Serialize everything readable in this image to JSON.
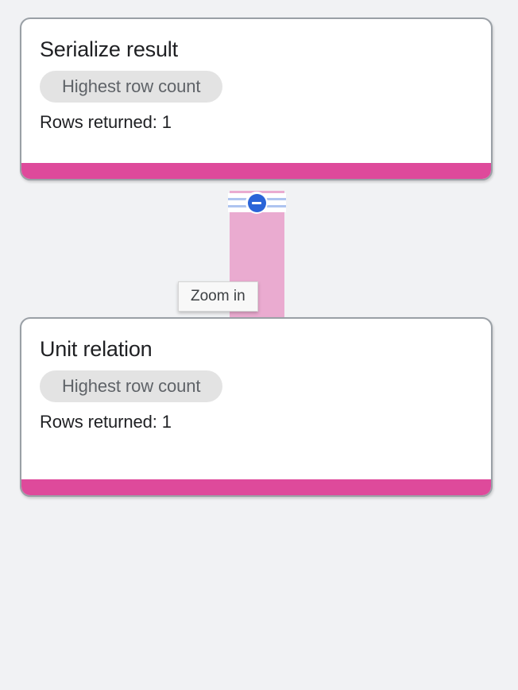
{
  "canvas": {
    "background_color": "#f1f2f4",
    "accent_color": "#de4a9b",
    "connector_color": "#eaabd0",
    "control_color": "#2a64d8"
  },
  "connector": {
    "name": "edge-serialize-result-to-unit-relation",
    "collapse_icon": "minus-circle-icon",
    "stripe_color": "#aec4f0"
  },
  "tooltip": {
    "label": "Zoom in",
    "visible": true
  },
  "nodes": [
    {
      "title": "Serialize result",
      "chip": "Highest row count",
      "meta": "Rows returned: 1",
      "accent_color": "#de4a9b"
    },
    {
      "title": "Unit relation",
      "chip": "Highest row count",
      "meta": "Rows returned: 1",
      "accent_color": "#de4a9b"
    }
  ]
}
